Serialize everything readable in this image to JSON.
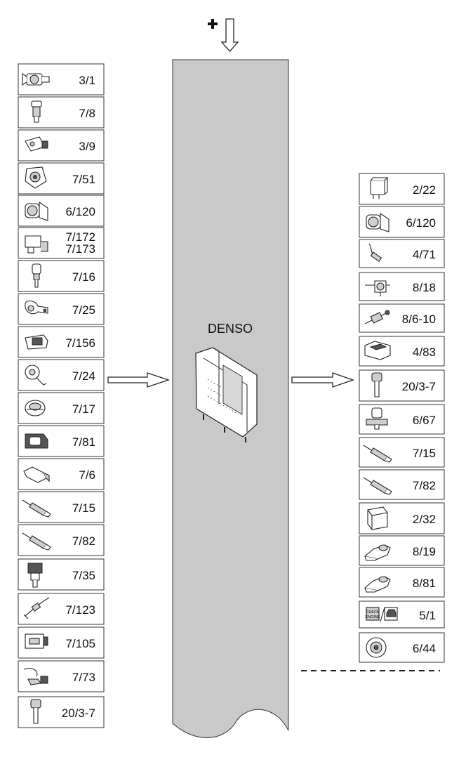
{
  "ecu": {
    "brand": "DENSO",
    "icon": "ecu-module-icon"
  },
  "power_icon": "plus-power-arrow-icon",
  "colors": {
    "bus": "#c9c9c9",
    "outline": "#333333",
    "box_border": "#333333"
  },
  "inputs": [
    {
      "label": "3/1",
      "icon": "throttle-body-icon"
    },
    {
      "label": "7/8",
      "icon": "pressure-switch-icon"
    },
    {
      "label": "3/9",
      "icon": "pedal-sensor-icon"
    },
    {
      "label": "7/51",
      "icon": "position-sensor-icon"
    },
    {
      "label": "6/120",
      "icon": "throttle-actuator-icon"
    },
    {
      "label": "7/172\n7/173",
      "icon": "cam-sensor-icon"
    },
    {
      "label": "7/16",
      "icon": "temperature-sensor-icon"
    },
    {
      "label": "7/25",
      "icon": "crank-sensor-icon"
    },
    {
      "label": "7/156",
      "icon": "map-sensor-icon"
    },
    {
      "label": "7/24",
      "icon": "knock-sensor-icon"
    },
    {
      "label": "7/17",
      "icon": "knock-sensor-round-icon"
    },
    {
      "label": "7/81",
      "icon": "pressure-sensor-icon"
    },
    {
      "label": "7/6",
      "icon": "oil-pressure-switch-icon"
    },
    {
      "label": "7/15",
      "icon": "oxygen-sensor-icon"
    },
    {
      "label": "7/82",
      "icon": "oxygen-sensor-icon"
    },
    {
      "label": "7/35",
      "icon": "airflow-meter-icon"
    },
    {
      "label": "7/123",
      "icon": "wired-sensor-icon"
    },
    {
      "label": "7/105",
      "icon": "switch-module-icon"
    },
    {
      "label": "7/73",
      "icon": "temperature-probe-icon"
    },
    {
      "label": "20/3-7",
      "icon": "ignition-coil-icon"
    }
  ],
  "outputs": [
    {
      "label": "2/22",
      "icon": "relay-icon"
    },
    {
      "label": "6/120",
      "icon": "throttle-actuator-icon"
    },
    {
      "label": "4/71",
      "icon": "heater-element-icon"
    },
    {
      "label": "8/18",
      "icon": "purge-valve-icon"
    },
    {
      "label": "8/6-10",
      "icon": "fuel-injector-icon"
    },
    {
      "label": "4/83",
      "icon": "control-module-icon"
    },
    {
      "label": "20/3-7",
      "icon": "ignition-coil-icon"
    },
    {
      "label": "6/67",
      "icon": "solenoid-valve-icon"
    },
    {
      "label": "7/15",
      "icon": "oxygen-sensor-icon"
    },
    {
      "label": "7/82",
      "icon": "oxygen-sensor-icon"
    },
    {
      "label": "2/32",
      "icon": "relay-cube-icon"
    },
    {
      "label": "8/19",
      "icon": "egr-valve-icon"
    },
    {
      "label": "8/81",
      "icon": "egr-valve-icon"
    },
    {
      "label": "5/1",
      "icon": "check-engine-lamp-icon",
      "lamp_text": "CHECK\nENGINE"
    },
    {
      "label": "6/44",
      "icon": "idle-air-valve-icon"
    }
  ]
}
